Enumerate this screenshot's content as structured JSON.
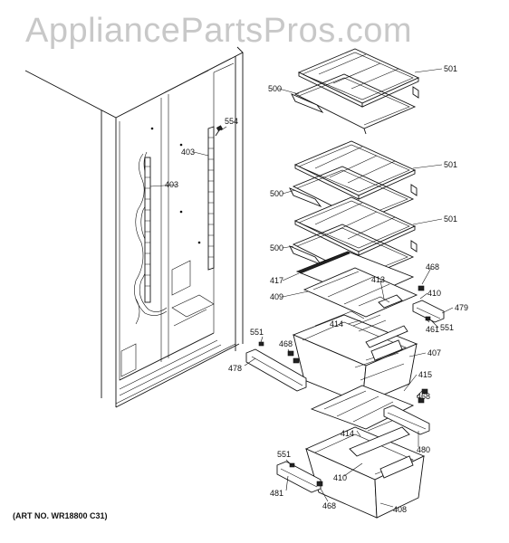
{
  "watermark": "AppliancePartsPros.com",
  "art_number": "(ART NO. WR18800 C31)",
  "callouts": {
    "c501a": "501",
    "c500a": "500",
    "c501b": "501",
    "c500b": "500",
    "c501c": "501",
    "c500c": "500",
    "c554": "554",
    "c403a": "403",
    "c403b": "403",
    "c468a": "468",
    "c417": "417",
    "c409": "409",
    "c413": "413",
    "c410a": "410",
    "c479": "479",
    "c414a": "414",
    "c461": "461",
    "c551a": "551",
    "c551b": "551",
    "c468b": "468",
    "c478": "478",
    "c407": "407",
    "c415": "415",
    "c468c": "468",
    "c414b": "414",
    "c480": "480",
    "c551c": "551",
    "c410b": "410",
    "c481": "481",
    "c468d": "468",
    "c408": "408"
  }
}
